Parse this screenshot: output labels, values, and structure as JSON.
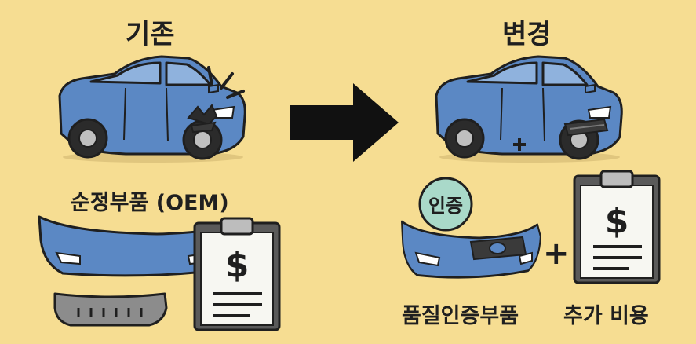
{
  "before": {
    "title": "기존",
    "parts_label": "순정부품 (OEM)"
  },
  "after": {
    "title": "변경",
    "badge": "인증",
    "parts_label": "품질인증부품",
    "plus": "+",
    "cost_label": "추가 비용"
  },
  "icons": {
    "currency": "$",
    "damaged_car": "damaged-car-icon",
    "repaired_car": "repaired-car-icon",
    "arrow": "right-arrow-icon",
    "bumper": "bumper-icon",
    "receipt": "clipboard-receipt-icon"
  },
  "colors": {
    "background": "#f6dd92",
    "car_body": "#5b88c4",
    "outline": "#1f1f1f",
    "badge": "#a9d9c9",
    "paper": "#f7f7f2"
  }
}
